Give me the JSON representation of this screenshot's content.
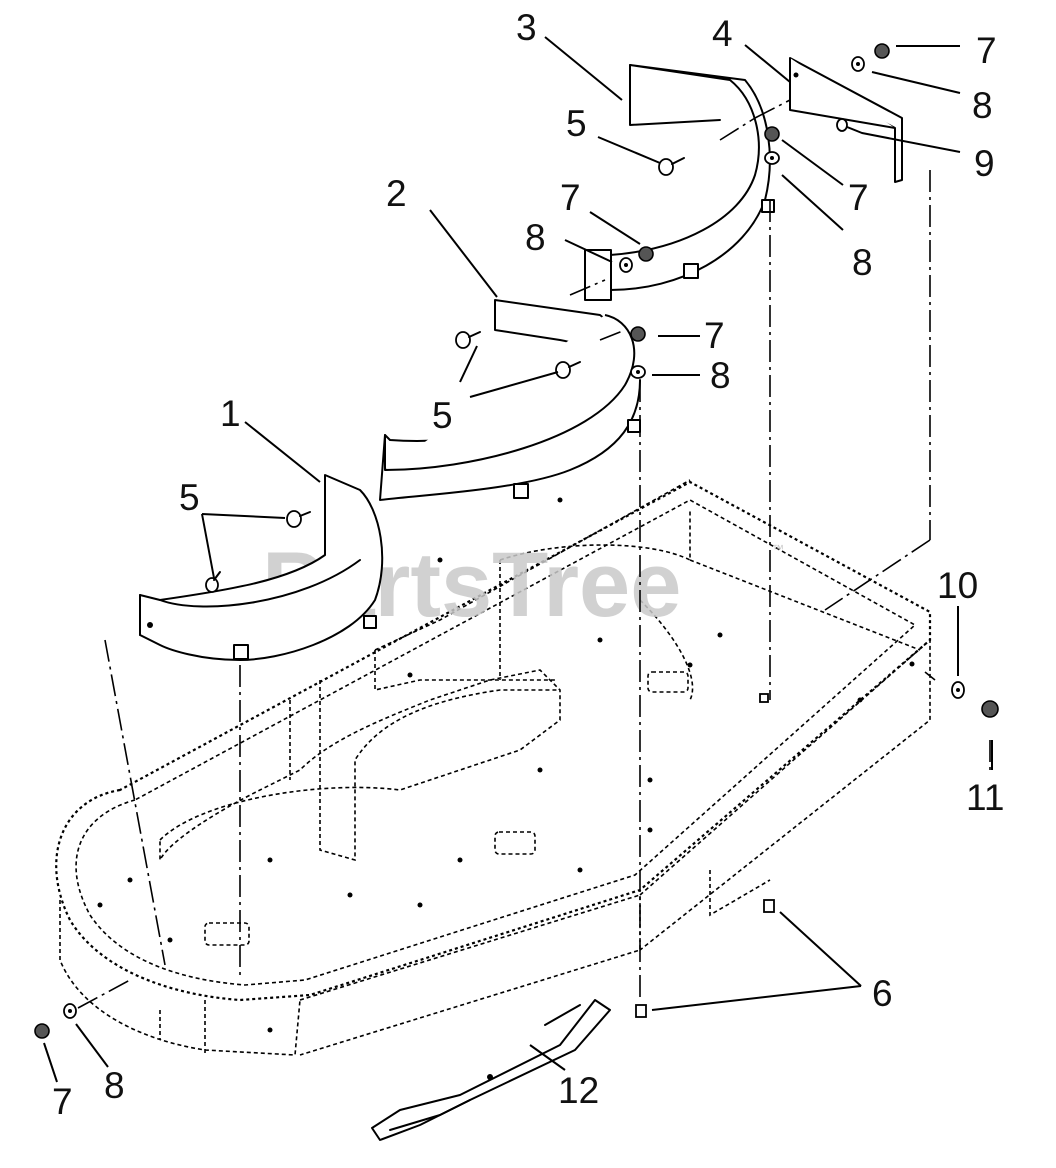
{
  "diagram": {
    "watermark": "PartsTree",
    "trademark": "™",
    "callouts": {
      "n1": "1",
      "n2": "2",
      "n3": "3",
      "n4": "4",
      "n5a": "5",
      "n5b": "5",
      "n5c": "5",
      "n6": "6",
      "n7a": "7",
      "n7b": "7",
      "n7c": "7",
      "n7d": "7",
      "n7e": "7",
      "n8a": "8",
      "n8b": "8",
      "n8c": "8",
      "n8d": "8",
      "n8e": "8",
      "n9": "9",
      "n10": "10",
      "n11": "11",
      "n12": "12"
    }
  }
}
